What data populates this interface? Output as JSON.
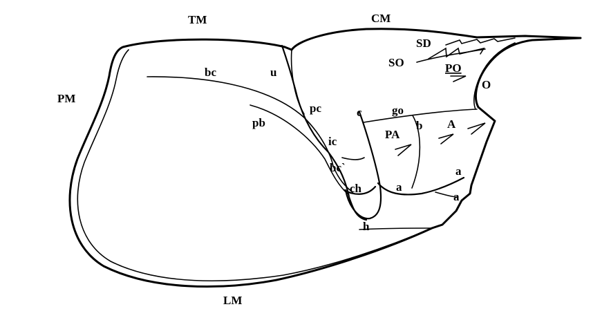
{
  "labels": {
    "TM": "TM",
    "CM": "CM",
    "SD": "SD",
    "SO": "SO",
    "PO": "PO",
    "O": "O",
    "PM": "PM",
    "bc": "bc",
    "u": "u",
    "pc": "pc",
    "c": "c",
    "go": "go",
    "b": "b",
    "A": "A",
    "PA": "PA",
    "pb": "pb",
    "ic": "ic",
    "bc2": "bc`",
    "ch": "ch",
    "a1": "a",
    "a2": "a",
    "a3": "a",
    "h": "h",
    "LM": "LM"
  }
}
